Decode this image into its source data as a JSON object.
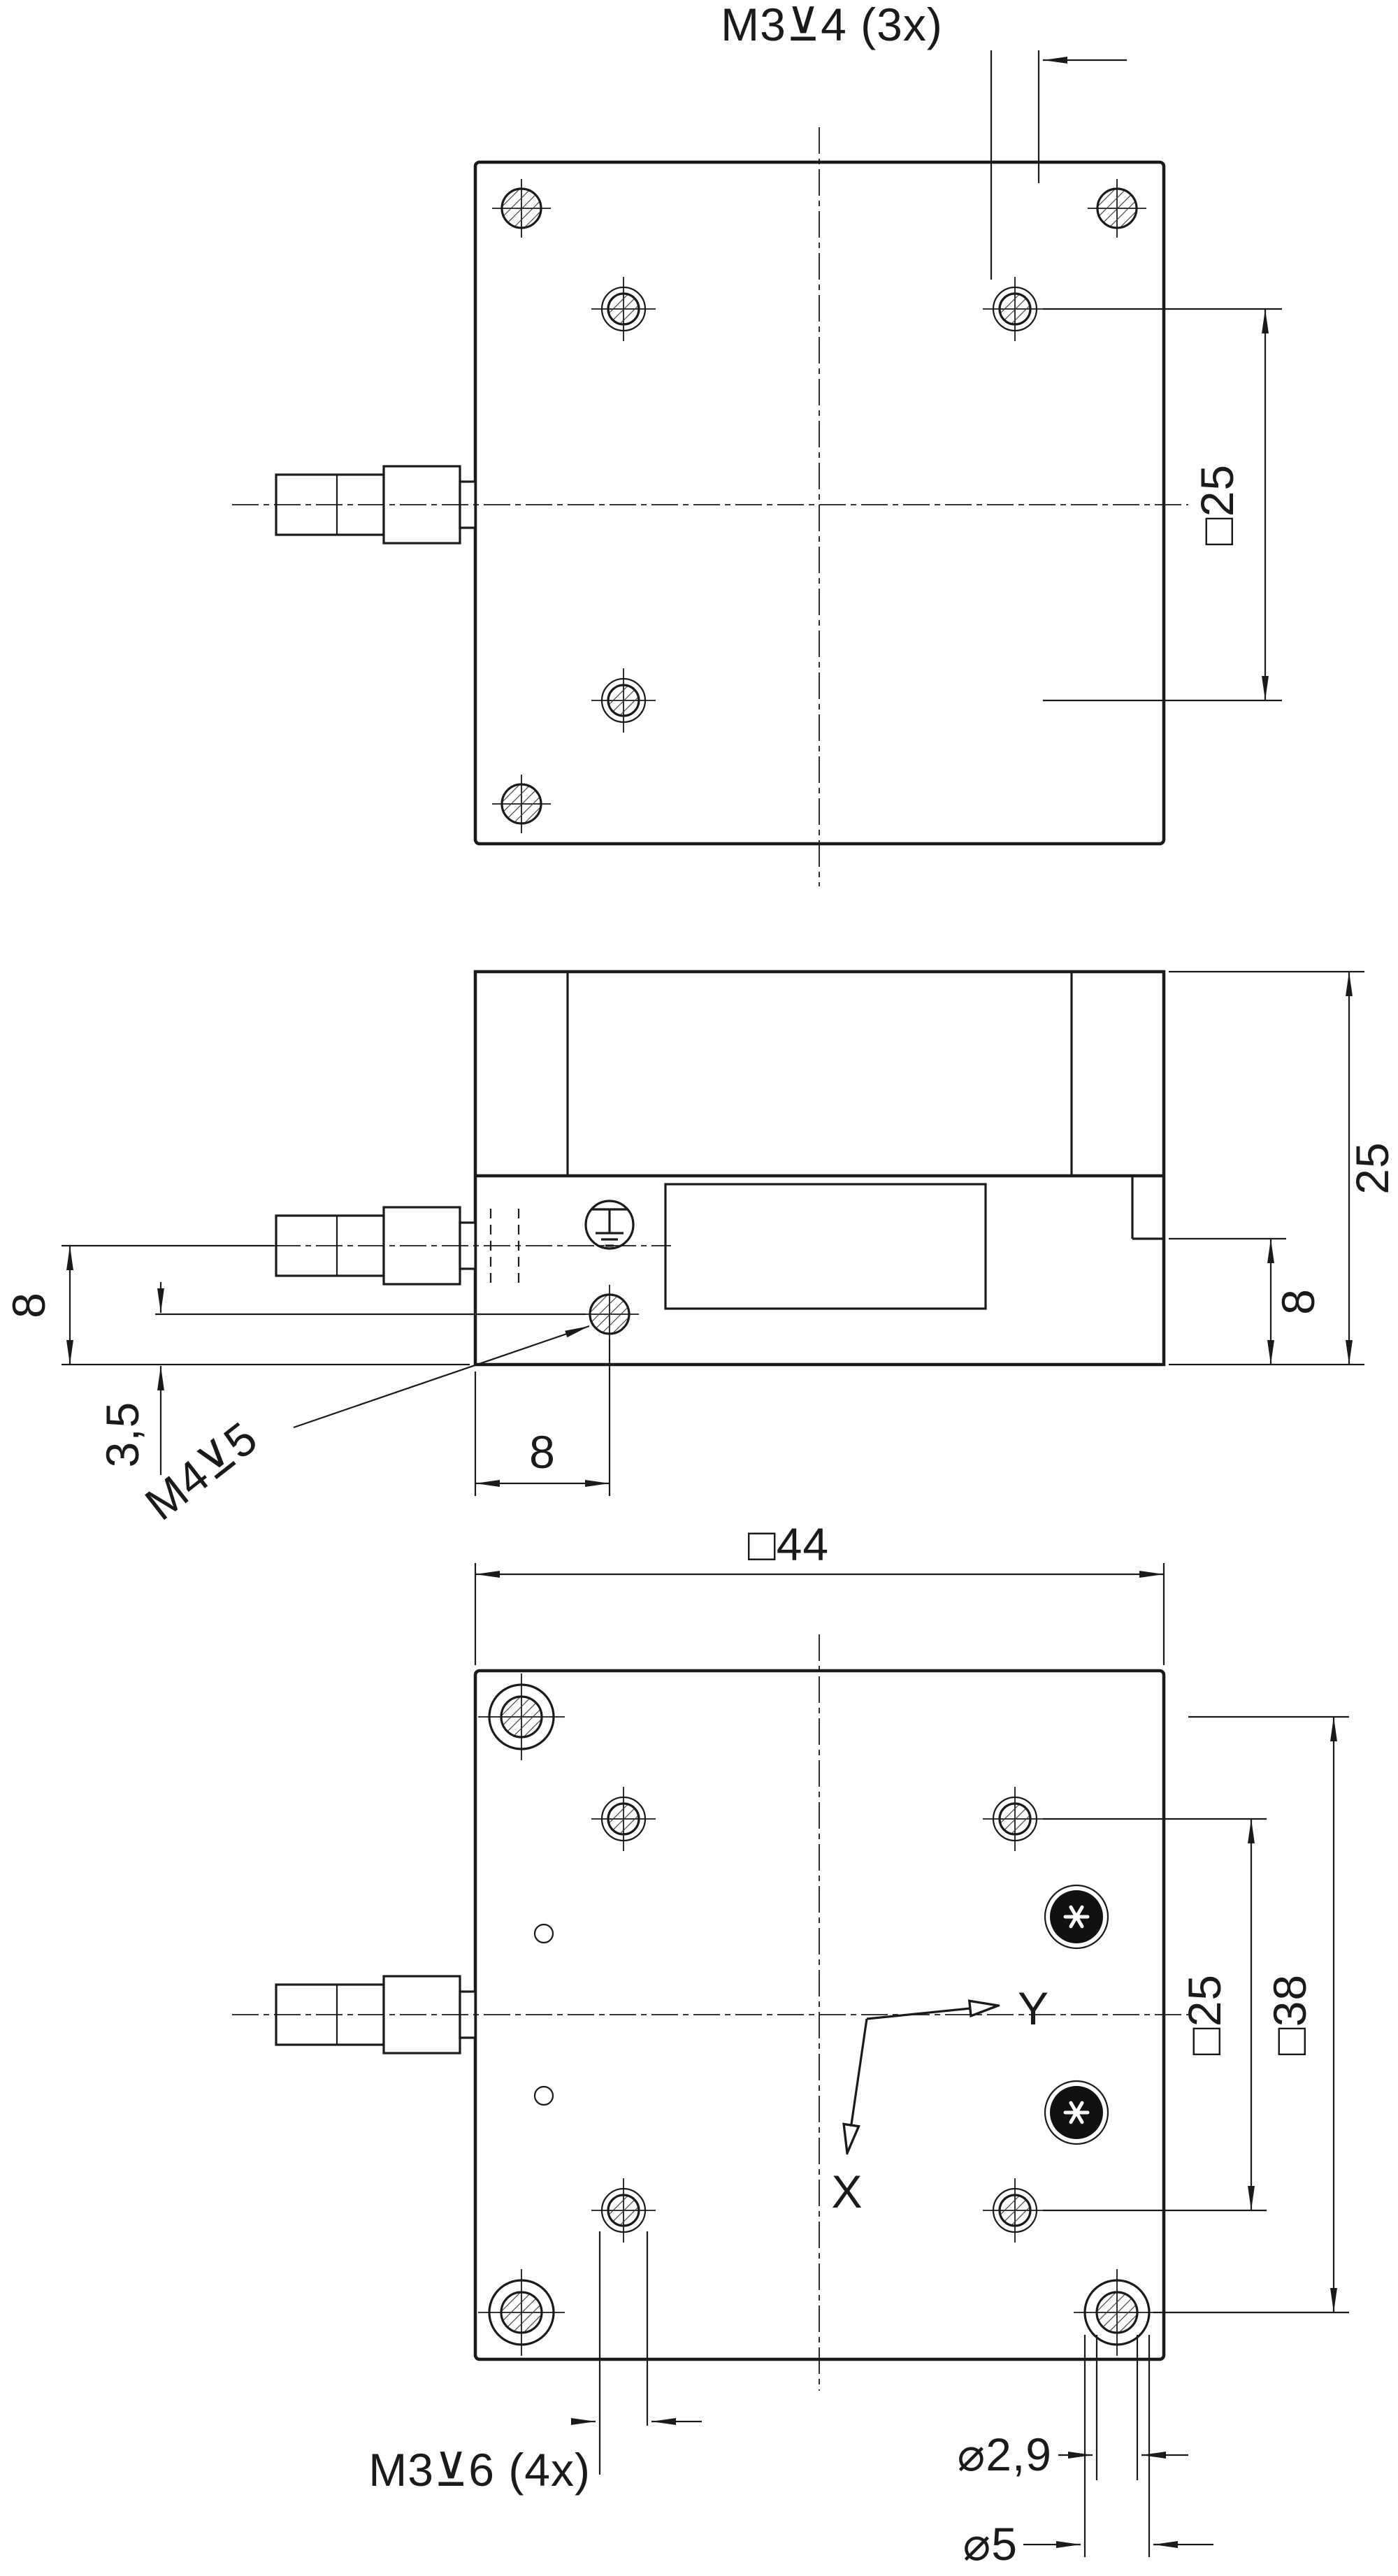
{
  "views": {
    "top": {
      "callout": "M3⊻4 (3x)",
      "dim_pattern": "□25"
    },
    "side": {
      "dim_left": "8",
      "dim_offset": "3,5",
      "dim_bottom": "8",
      "dim_right": "8",
      "dim_height": "25",
      "callout": "M4⊻5"
    },
    "bottom": {
      "dim_width": "□44",
      "dim_pattern_small": "□25",
      "dim_pattern_large": "□38",
      "callout": "M3⊻6 (4x)",
      "dia_small": "⌀2,9",
      "dia_large": "⌀5",
      "axis_x": "X",
      "axis_y": "Y"
    }
  },
  "colors": {
    "line": "#1a1a1a",
    "background": "#ffffff"
  }
}
